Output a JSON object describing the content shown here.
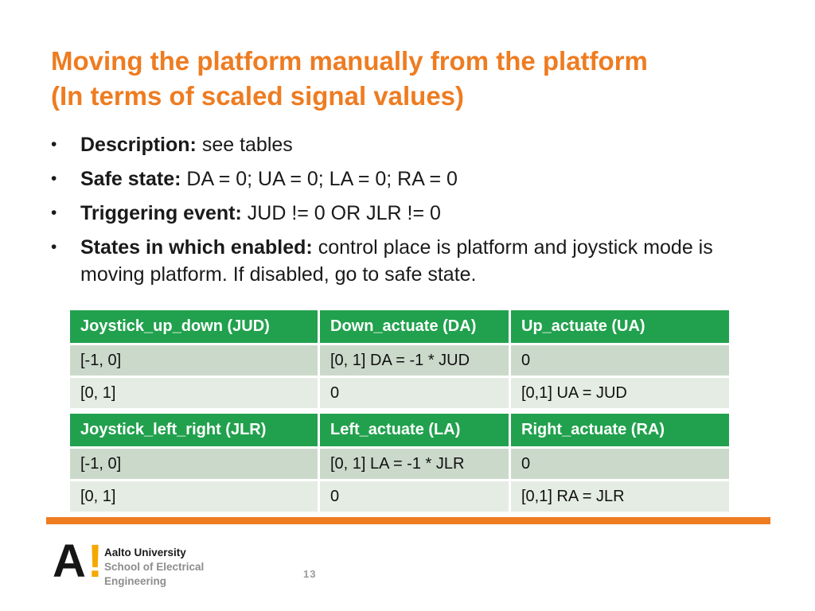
{
  "slide": {
    "title_line1": "Moving the platform manually from the platform",
    "title_line2": "(In terms of scaled signal values)",
    "bullets": [
      {
        "label": "Description:",
        "text": "see tables"
      },
      {
        "label": "Safe state:",
        "text": "DA = 0; UA = 0; LA = 0; RA = 0"
      },
      {
        "label": "Triggering event:",
        "text": "JUD != 0 OR JLR != 0"
      },
      {
        "label": "States in which enabled:",
        "text": "control place is platform and joystick mode is moving platform. If disabled, go to safe state."
      }
    ],
    "page_number": "13"
  },
  "tables": [
    {
      "headers": [
        "Joystick_up_down (JUD)",
        "Down_actuate (DA)",
        "Up_actuate (UA)"
      ],
      "rows": [
        [
          "[-1, 0]",
          "[0, 1] DA = -1 * JUD",
          "0"
        ],
        [
          "[0, 1]",
          "0",
          "[0,1] UA = JUD"
        ]
      ]
    },
    {
      "headers": [
        "Joystick_left_right (JLR)",
        "Left_actuate (LA)",
        "Right_actuate (RA)"
      ],
      "rows": [
        [
          "[-1, 0]",
          "[0, 1] LA = -1 * JLR",
          "0"
        ],
        [
          "[0, 1]",
          "0",
          "[0,1] RA = JLR"
        ]
      ]
    }
  ],
  "footer": {
    "logo_letter": "A",
    "logo_exclamation": "!",
    "org_line1": "Aalto University",
    "org_line2": "School of Electrical",
    "org_line3": "Engineering"
  },
  "bullet_marker": "•",
  "colors": {
    "accent_orange": "#EE7C21",
    "table_header_green": "#21A14D",
    "table_row_sage": "#CBD9CA",
    "table_row_light": "#E5ECE3",
    "logo_yellow": "#F5A800",
    "muted_gray": "#8D8D8D"
  }
}
